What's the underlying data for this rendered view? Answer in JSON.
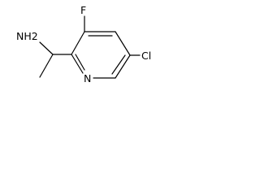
{
  "molecule": {
    "labels": {
      "amine": "NH2",
      "fluorine": "F",
      "chlorine": "Cl",
      "ring_nitrogen": "N"
    }
  },
  "colors": {
    "background": "#ffffff",
    "ink": "#000000"
  }
}
